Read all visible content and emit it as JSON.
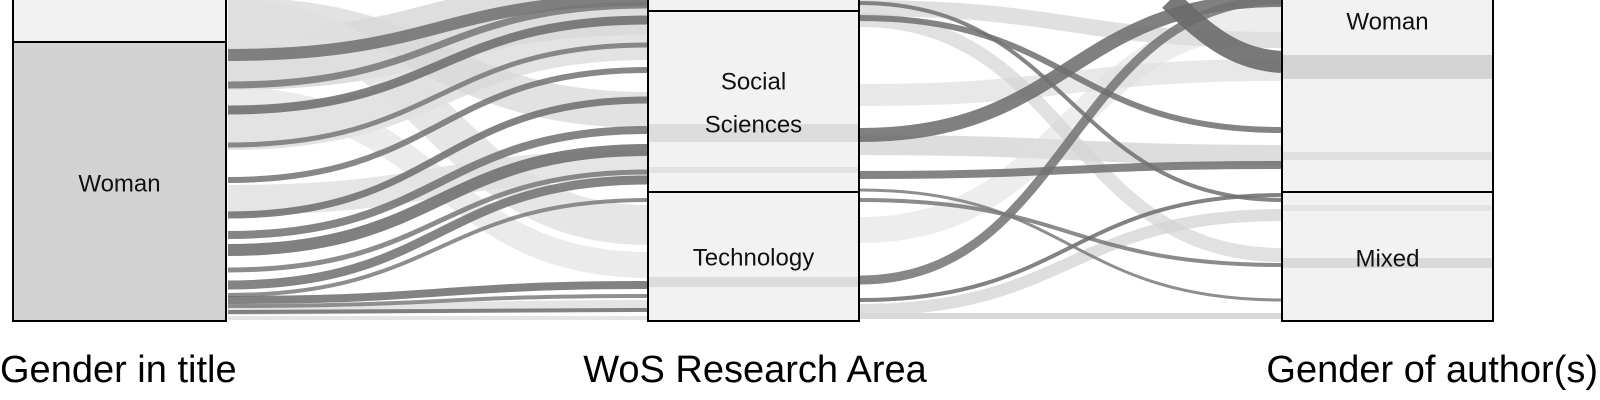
{
  "axes": {
    "left": "Gender in title",
    "middle": "WoS Research Area",
    "right": "Gender of author(s)"
  },
  "nodes": {
    "left_woman": "Woman",
    "middle_social_1": "Social",
    "middle_social_2": "Sciences",
    "middle_technology": "Technology",
    "right_woman": "Woman",
    "right_mixed": "Mixed"
  },
  "colors": {
    "node_fill_dark": "#d3d3d3",
    "node_fill_light": "#f2f2f2",
    "flow_dark": "#6e6e6e",
    "flow_light": "#d6d6d6",
    "border": "#000000"
  }
}
